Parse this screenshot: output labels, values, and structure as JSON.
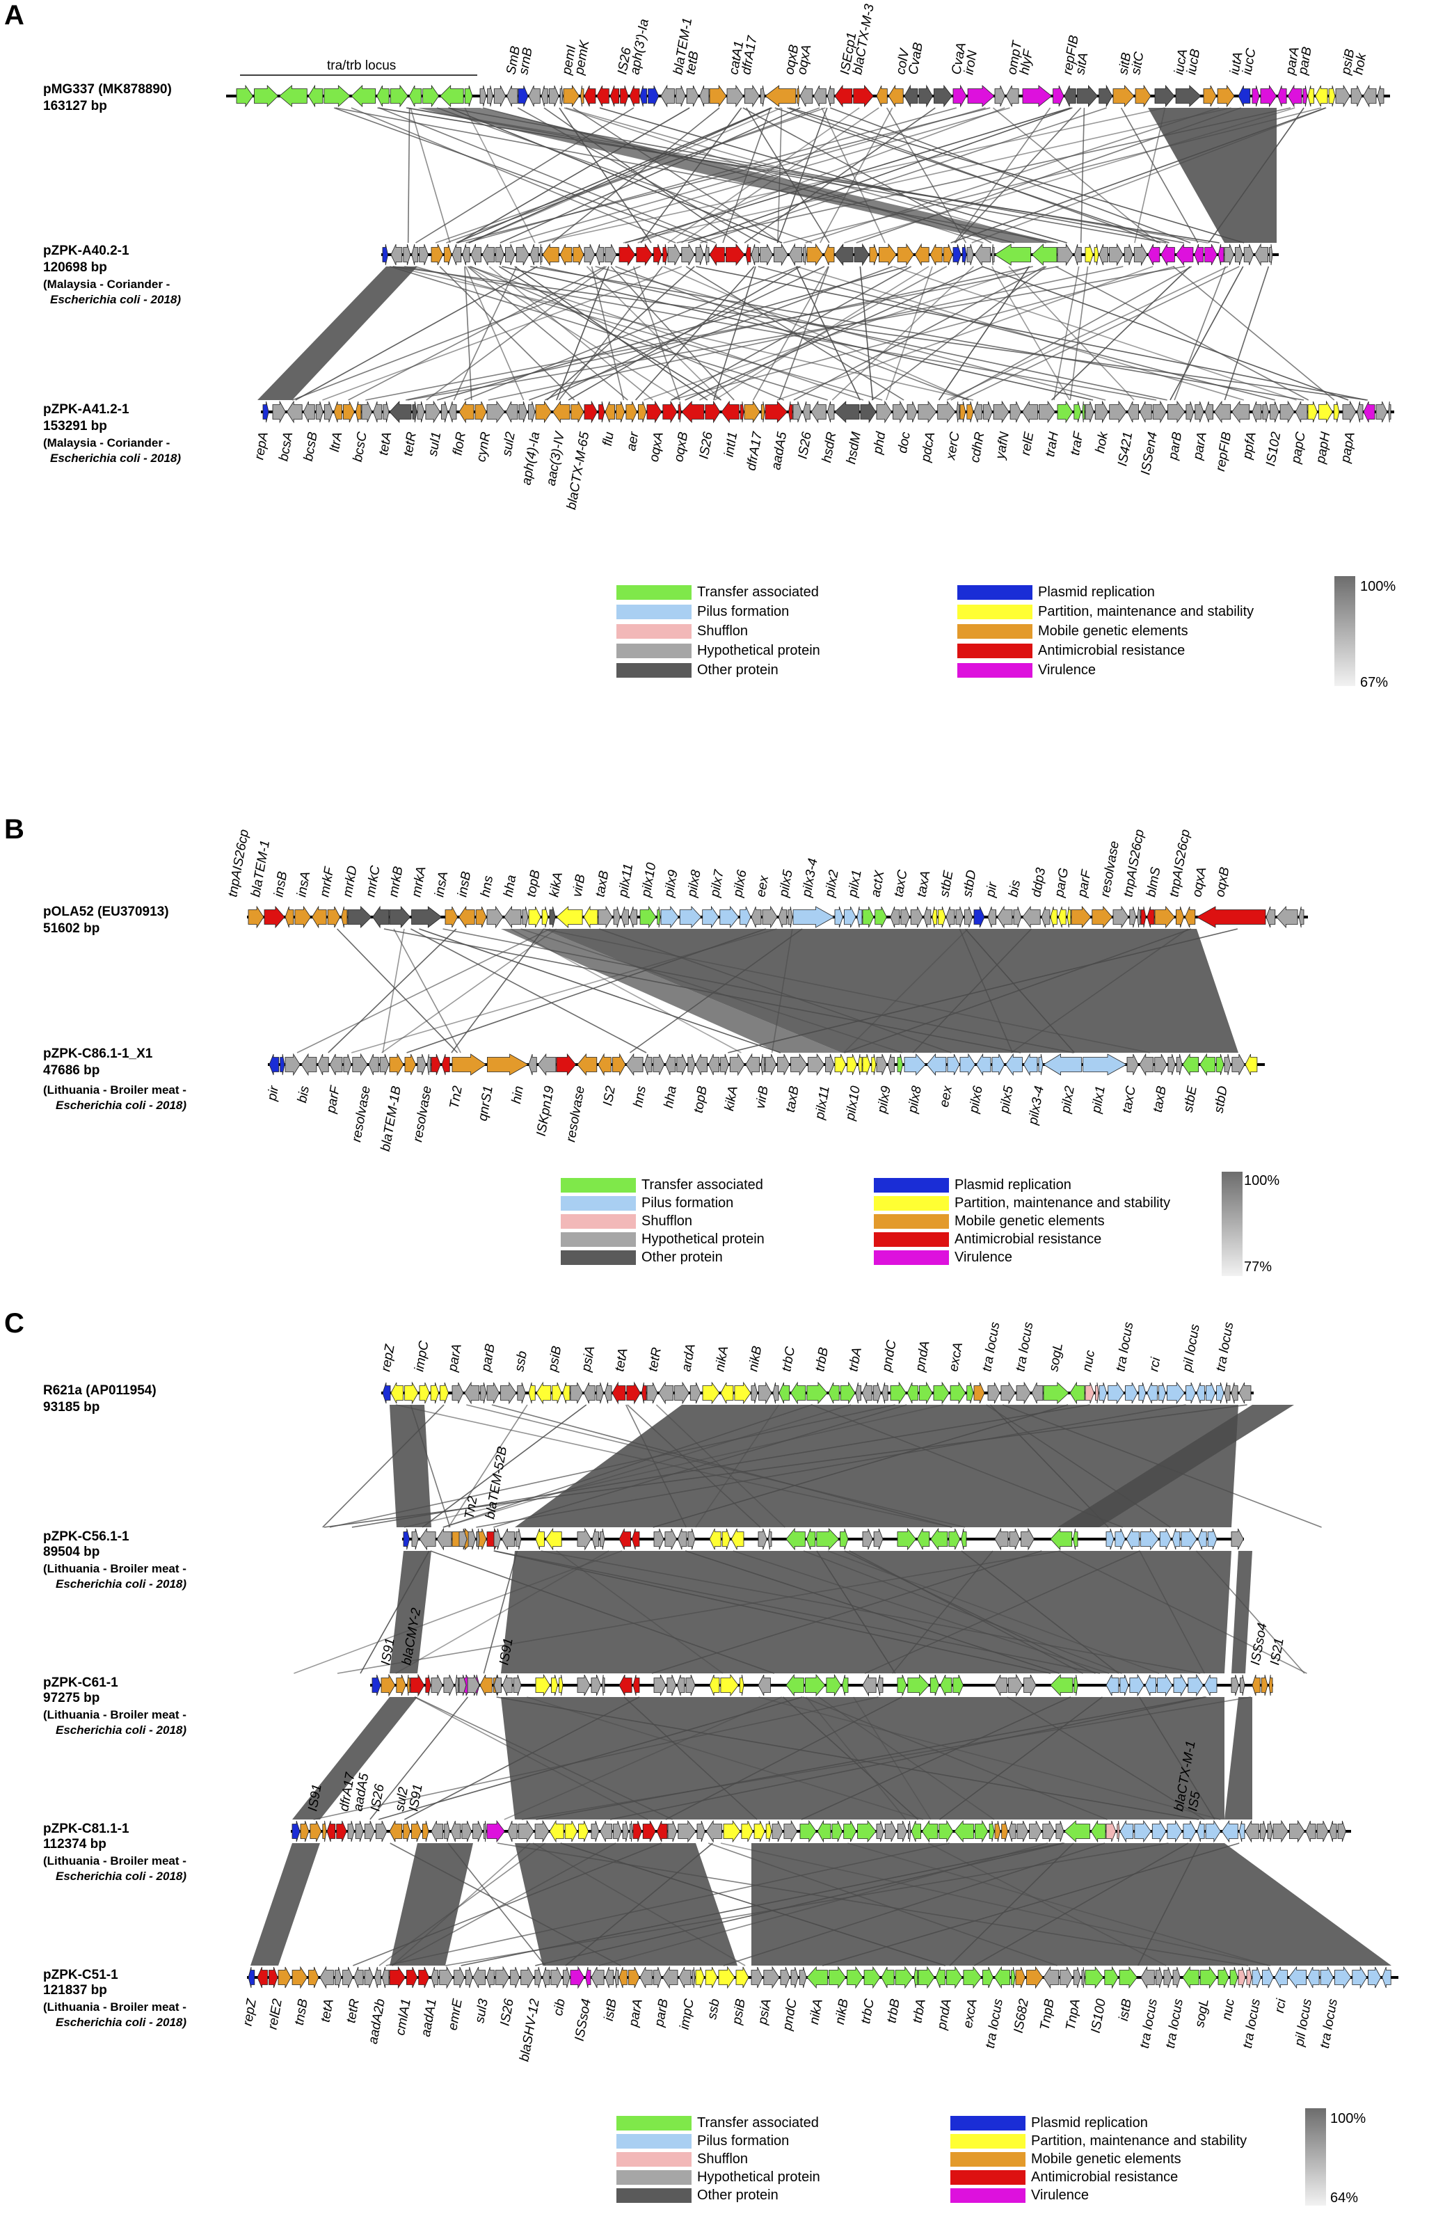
{
  "colors": {
    "transfer": "#7fe84a",
    "pilus": "#a9cff2",
    "shufflon": "#f2b8b8",
    "hypothetical": "#a6a6a6",
    "other": "#5a5a5a",
    "replication": "#1a2dd6",
    "partition": "#ffff33",
    "mobile": "#e39a2b",
    "amr": "#dd1111",
    "virulence": "#dd11dd",
    "homology": "#4a4a4a"
  },
  "legend": {
    "items": [
      {
        "key": "transfer",
        "label": "Transfer associated"
      },
      {
        "key": "pilus",
        "label": "Pilus formation"
      },
      {
        "key": "shufflon",
        "label": "Shufflon"
      },
      {
        "key": "hypothetical",
        "label": "Hypothetical protein"
      },
      {
        "key": "other",
        "label": "Other protein"
      },
      {
        "key": "replication",
        "label": "Plasmid replication"
      },
      {
        "key": "partition",
        "label": "Partition, maintenance and stability"
      },
      {
        "key": "mobile",
        "label": "Mobile genetic elements"
      },
      {
        "key": "amr",
        "label": "Antimicrobial resistance"
      },
      {
        "key": "virulence",
        "label": "Virulence"
      }
    ],
    "scale_top": "100%"
  },
  "panels": [
    {
      "letter": "A",
      "scale_bottom": "67%",
      "region_label": "tra/trb locus",
      "plasmids": [
        {
          "name": "pMG337 (MK878890)",
          "size": "163127 bp",
          "meta": []
        },
        {
          "name": "pZPK-A40.2-1",
          "size": "120698 bp",
          "meta": [
            "(Malaysia - Coriander -",
            "Escherichia coli  - 2018)"
          ]
        },
        {
          "name": "pZPK-A41.2-1",
          "size": "153291 bp",
          "meta": [
            "(Malaysia - Coriander -",
            "Escherichia coli  - 2018)"
          ]
        }
      ],
      "labels_top": [
        [
          "SmB",
          "srnB"
        ],
        [
          "pemI",
          "pemK"
        ],
        [
          "IS26",
          "aph(3')-Ia"
        ],
        [
          "blaTEM-1",
          "tetB"
        ],
        [
          "catA1",
          "dfrA17"
        ],
        [
          "oqxB",
          "oqxA"
        ],
        [
          "ISEcp1",
          "blaCTX-M-3"
        ],
        [
          "colV",
          "CvaB"
        ],
        [
          "CvaA",
          "iroN"
        ],
        [
          "ompT",
          "hlyF"
        ],
        [
          "repFIB",
          "sitA"
        ],
        [
          "sitB",
          "sitC"
        ],
        [
          "iucA",
          "iucB"
        ],
        [
          "iutA",
          "iucC"
        ],
        [
          "parA",
          "parB"
        ],
        [
          "psiB",
          "hok"
        ]
      ],
      "labels_bottom": [
        "repA",
        "bcsA",
        "bcsB",
        "ltrA",
        "bcsC",
        "tetA",
        "tetR",
        "sul1",
        "floR",
        "cynR",
        "sul2",
        "aph(4)-Ia",
        "aac(3)-IV",
        "blaCTX-M-65",
        "flu",
        "aer",
        "oqxA",
        "oqxB",
        "IS26",
        "intI1",
        "dfrA17",
        "aadA5",
        "IS26",
        "hsdR",
        "hsdM",
        "phd",
        "doc",
        "pdcA",
        "xerC",
        "cdhR",
        "yafN",
        "relE",
        "traH",
        "traF",
        "hok",
        "IS421",
        "ISSen4",
        "parB",
        "parA",
        "repFIB",
        "ppfA",
        "IS102",
        "papC",
        "papH",
        "papA"
      ]
    },
    {
      "letter": "B",
      "scale_bottom": "77%",
      "plasmids": [
        {
          "name": "pOLA52 (EU370913)",
          "size": "51602 bp",
          "meta": []
        },
        {
          "name": "pZPK-C86.1-1_X1",
          "size": "47686 bp",
          "meta": [
            "(Lithuania - Broiler meat -",
            "Escherichia coli  - 2018)"
          ]
        }
      ],
      "labels_top": [
        "tnpAIS26cp",
        "blaTEM-1",
        "insB",
        "insA",
        "mrkF",
        "mrkD",
        "mrkC",
        "mrkB",
        "mrkA",
        "insA",
        "insB",
        "hns",
        "hha",
        "topB",
        "kikA",
        "virB",
        "taxB",
        "pilx11",
        "pilx10",
        "pilx9",
        "pilx8",
        "pilx7",
        "pilx6",
        "eex",
        "pilx5",
        "pilx3-4",
        "pilx2",
        "pilx1",
        "actX",
        "taxC",
        "taxA",
        "stbE",
        "stbD",
        "pir",
        "bis",
        "ddp3",
        "parG",
        "parF",
        "resolvase",
        "tnpAIS26cp",
        "blmS",
        "tnpAIS26cp",
        "oqxA",
        "oqxB"
      ],
      "labels_bottom": [
        "pir",
        "bis",
        "parF",
        "resolvase",
        "blaTEM-1B",
        "resolvase",
        "Tn2",
        "qnrS1",
        "hin",
        "ISKpn19",
        "resolvase",
        "IS2",
        "hns",
        "hha",
        "topB",
        "kikA",
        "virB",
        "taxB",
        "pilx11",
        "pilx10",
        "pilx9",
        "pilx8",
        "eex",
        "pilx6",
        "pilx5",
        "pilx3-4",
        "pilx2",
        "pilx1",
        "taxC",
        "taxB",
        "stbE",
        "stbD"
      ]
    },
    {
      "letter": "C",
      "scale_bottom": "64%",
      "plasmids": [
        {
          "name": "R621a (AP011954)",
          "size": "93185 bp",
          "meta": []
        },
        {
          "name": "pZPK-C56.1-1",
          "size": "89504 bp",
          "meta": [
            "(Lithuania - Broiler meat -",
            "Escherichia coli  - 2018)"
          ]
        },
        {
          "name": "pZPK-C61-1",
          "size": "97275 bp",
          "meta": [
            "(Lithuania - Broiler meat -",
            "Escherichia coli  - 2018)"
          ]
        },
        {
          "name": "pZPK-C81.1-1",
          "size": "112374 bp",
          "meta": [
            "(Lithuania - Broiler meat -",
            "Escherichia coli  - 2018)"
          ]
        },
        {
          "name": "pZPK-C51-1",
          "size": "121837 bp",
          "meta": [
            "(Lithuania - Broiler meat -",
            "Escherichia coli  - 2018)"
          ]
        }
      ],
      "labels_top_r621a": [
        "repZ",
        "impC",
        "parA",
        "parB",
        "ssb",
        "psiB",
        "psiA",
        "tetA",
        "tetR",
        "ardA",
        "nikA",
        "nikB",
        "trbC",
        "trbB",
        "trbA",
        "pndC",
        "pndA",
        "excA",
        "tra locus",
        "tra locus",
        "sogL",
        "nuc",
        "tra locus",
        "rci",
        "pil locus",
        "tra locus"
      ],
      "labels_c56": [
        "Tn2",
        "blaTEM-52B"
      ],
      "labels_c61": [
        "IS91",
        "blaCMY-2",
        "IS91",
        "ISSso4",
        "IS21"
      ],
      "labels_c81": [
        "IS91",
        "dfrA17",
        "aadA5",
        "IS26",
        "sul2",
        "IS91",
        "blaCTX-M-1",
        "IS5"
      ],
      "labels_bottom": [
        "repZ",
        "relE2",
        "tnsB",
        "tetA",
        "tetR",
        "aadA2b",
        "cmlA1",
        "aadA1",
        "emrE",
        "sul3",
        "IS26",
        "blaSHV-12",
        "cib",
        "ISSso4",
        "istB",
        "parA",
        "parB",
        "impC",
        "ssb",
        "psiB",
        "psiA",
        "pndC",
        "nikA",
        "nikB",
        "trbC",
        "trbB",
        "trbA",
        "pndA",
        "excA",
        "tra locus",
        "IS682",
        "TnpB",
        "TnpA",
        "IS100",
        "istB",
        "tra locus",
        "tra locus",
        "sogL",
        "nuc",
        "tra locus",
        "rci",
        "pil locus",
        "tra locus"
      ]
    }
  ]
}
